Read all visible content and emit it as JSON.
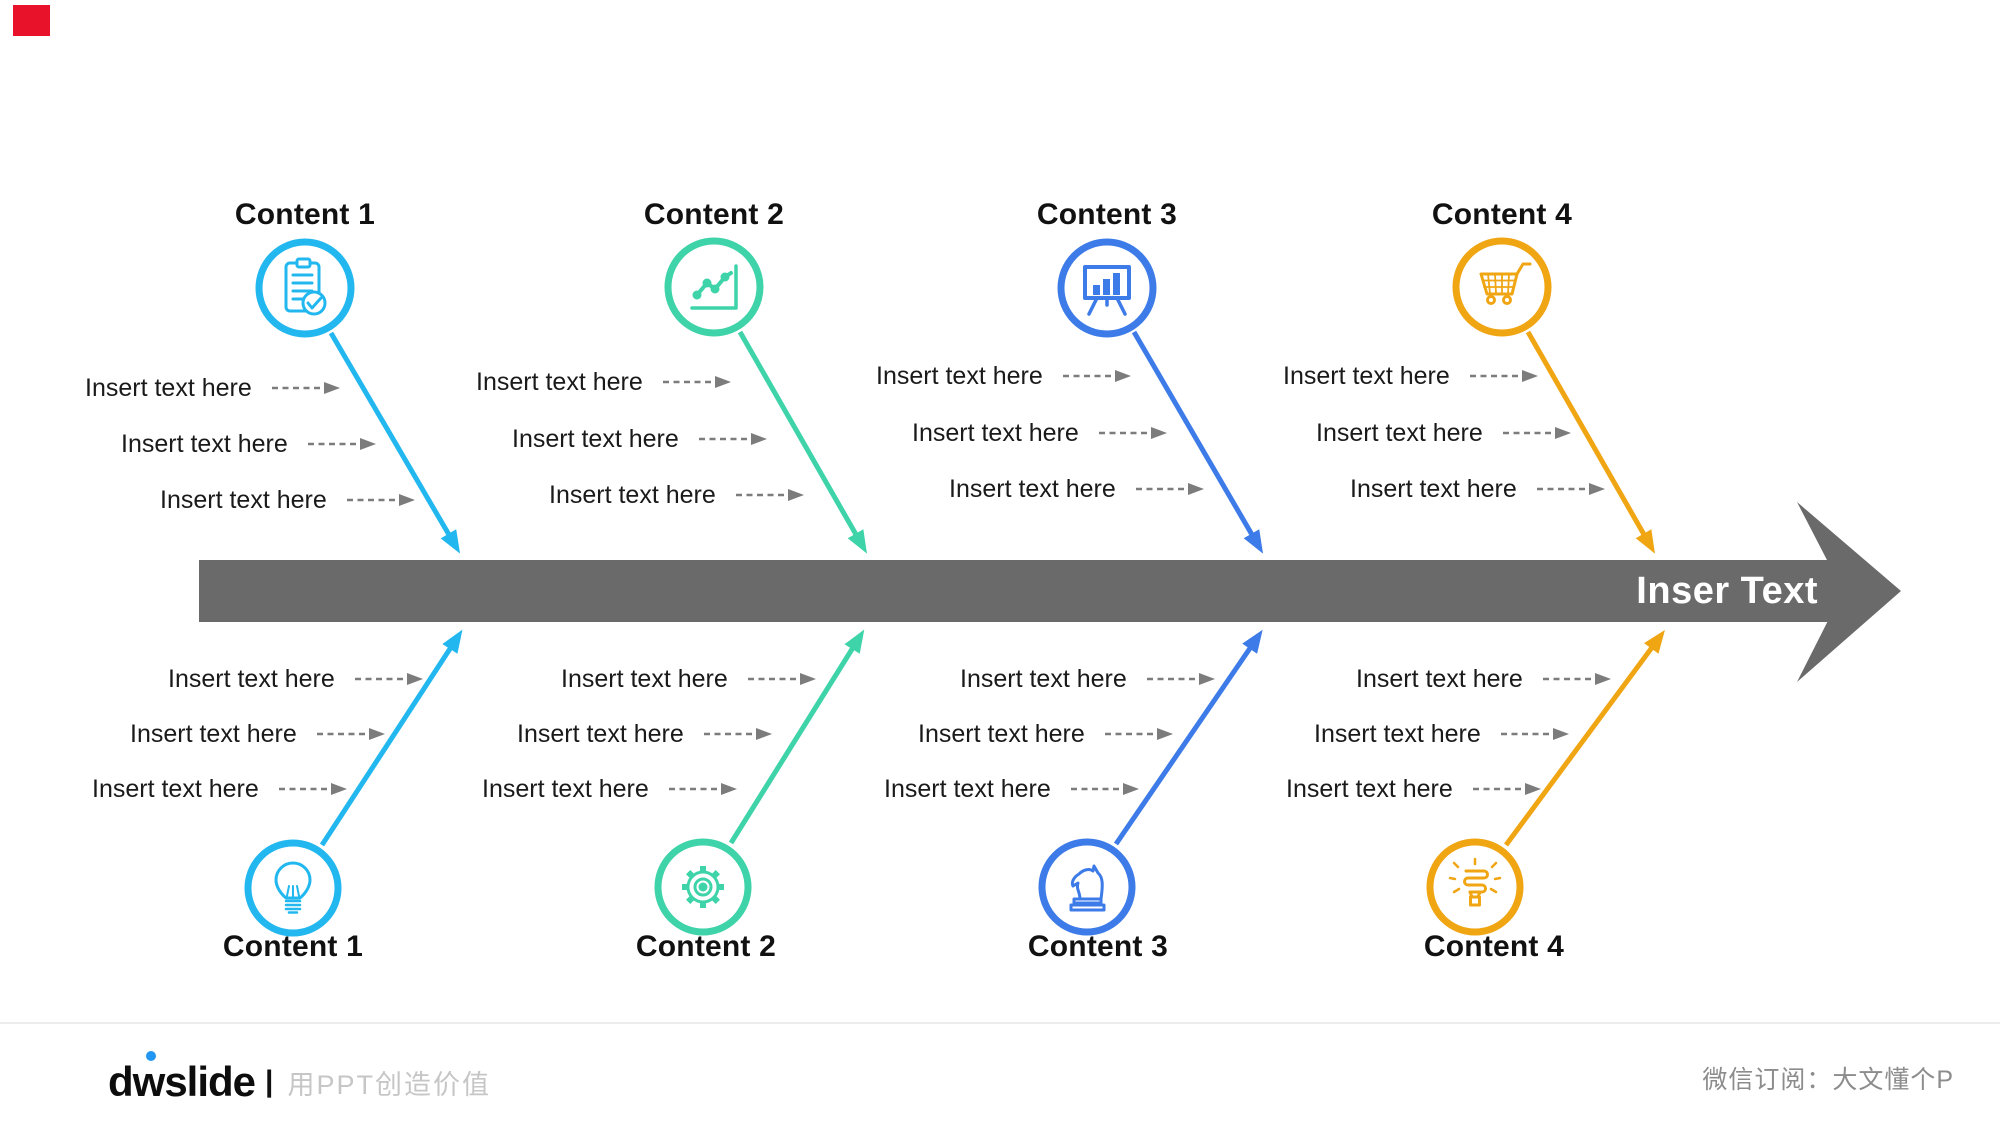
{
  "brand_color": "#E8132A",
  "spine_label": "Inser Text",
  "colors": {
    "spine": "#6A6A6A",
    "dash_arrow": "#7C7C7C",
    "cyan": "#22B8EF",
    "green": "#3ED3A8",
    "blue": "#3D7BE8",
    "amber": "#F0A513"
  },
  "top_groups": [
    {
      "title": "Content 1",
      "icon": "clipboard-check-icon",
      "color": "#22B8EF",
      "items": [
        "Insert text here",
        "Insert text here",
        "Insert text here"
      ]
    },
    {
      "title": "Content 2",
      "icon": "line-chart-icon",
      "color": "#3ED3A8",
      "items": [
        "Insert text here",
        "Insert text here",
        "Insert text here"
      ]
    },
    {
      "title": "Content 3",
      "icon": "presentation-chart-icon",
      "color": "#3D7BE8",
      "items": [
        "Insert text here",
        "Insert text here",
        "Insert text here"
      ]
    },
    {
      "title": "Content 4",
      "icon": "shopping-cart-icon",
      "color": "#F0A513",
      "items": [
        "Insert text here",
        "Insert text here",
        "Insert text here"
      ]
    }
  ],
  "bottom_groups": [
    {
      "title": "Content 1",
      "icon": "lightbulb-icon",
      "color": "#22B8EF",
      "items": [
        "Insert text here",
        "Insert text here",
        "Insert text here"
      ]
    },
    {
      "title": "Content 2",
      "icon": "gear-icon",
      "color": "#3ED3A8",
      "items": [
        "Insert text here",
        "Insert text here",
        "Insert text here"
      ]
    },
    {
      "title": "Content 3",
      "icon": "chess-knight-icon",
      "color": "#3D7BE8",
      "items": [
        "Insert text here",
        "Insert text here",
        "Insert text here"
      ]
    },
    {
      "title": "Content 4",
      "icon": "cfl-bulb-icon",
      "color": "#F0A513",
      "items": [
        "Insert text here",
        "Insert text here",
        "Insert text here"
      ]
    }
  ],
  "footer": {
    "logo_text": "dwslide",
    "separator": "|",
    "tagline": "用PPT创造价值",
    "right_text": "微信订阅：大文懂个P"
  }
}
